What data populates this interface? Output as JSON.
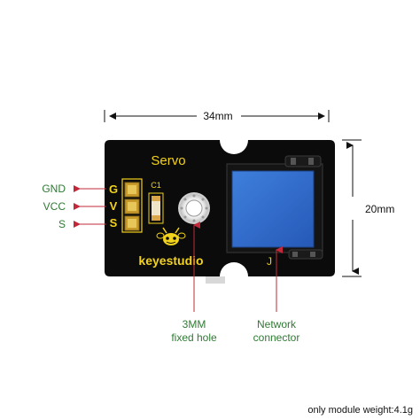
{
  "dimensions": {
    "width_label": "34mm",
    "height_label": "20mm"
  },
  "board": {
    "title": "Servo",
    "pin_letters": [
      "G",
      "V",
      "S"
    ],
    "capacitor_label": "C1",
    "brand": "keyestudio",
    "connector_mark": "J"
  },
  "pins": [
    {
      "label": "GND"
    },
    {
      "label": "VCC"
    },
    {
      "label": "S"
    }
  ],
  "callouts": {
    "hole_line1": "3MM",
    "hole_line2": "fixed hole",
    "connector_line1": "Network",
    "connector_line2": "connector"
  },
  "footer": {
    "weight": "only module weight:4.1g"
  },
  "colors": {
    "board": "#0b0b0b",
    "silkscreen": "#f2d21b",
    "pin_label": "#2f7a33",
    "arrow": "#c2283a",
    "connector_blue": "#2f6fcf",
    "callout_text": "#2f7a33"
  }
}
